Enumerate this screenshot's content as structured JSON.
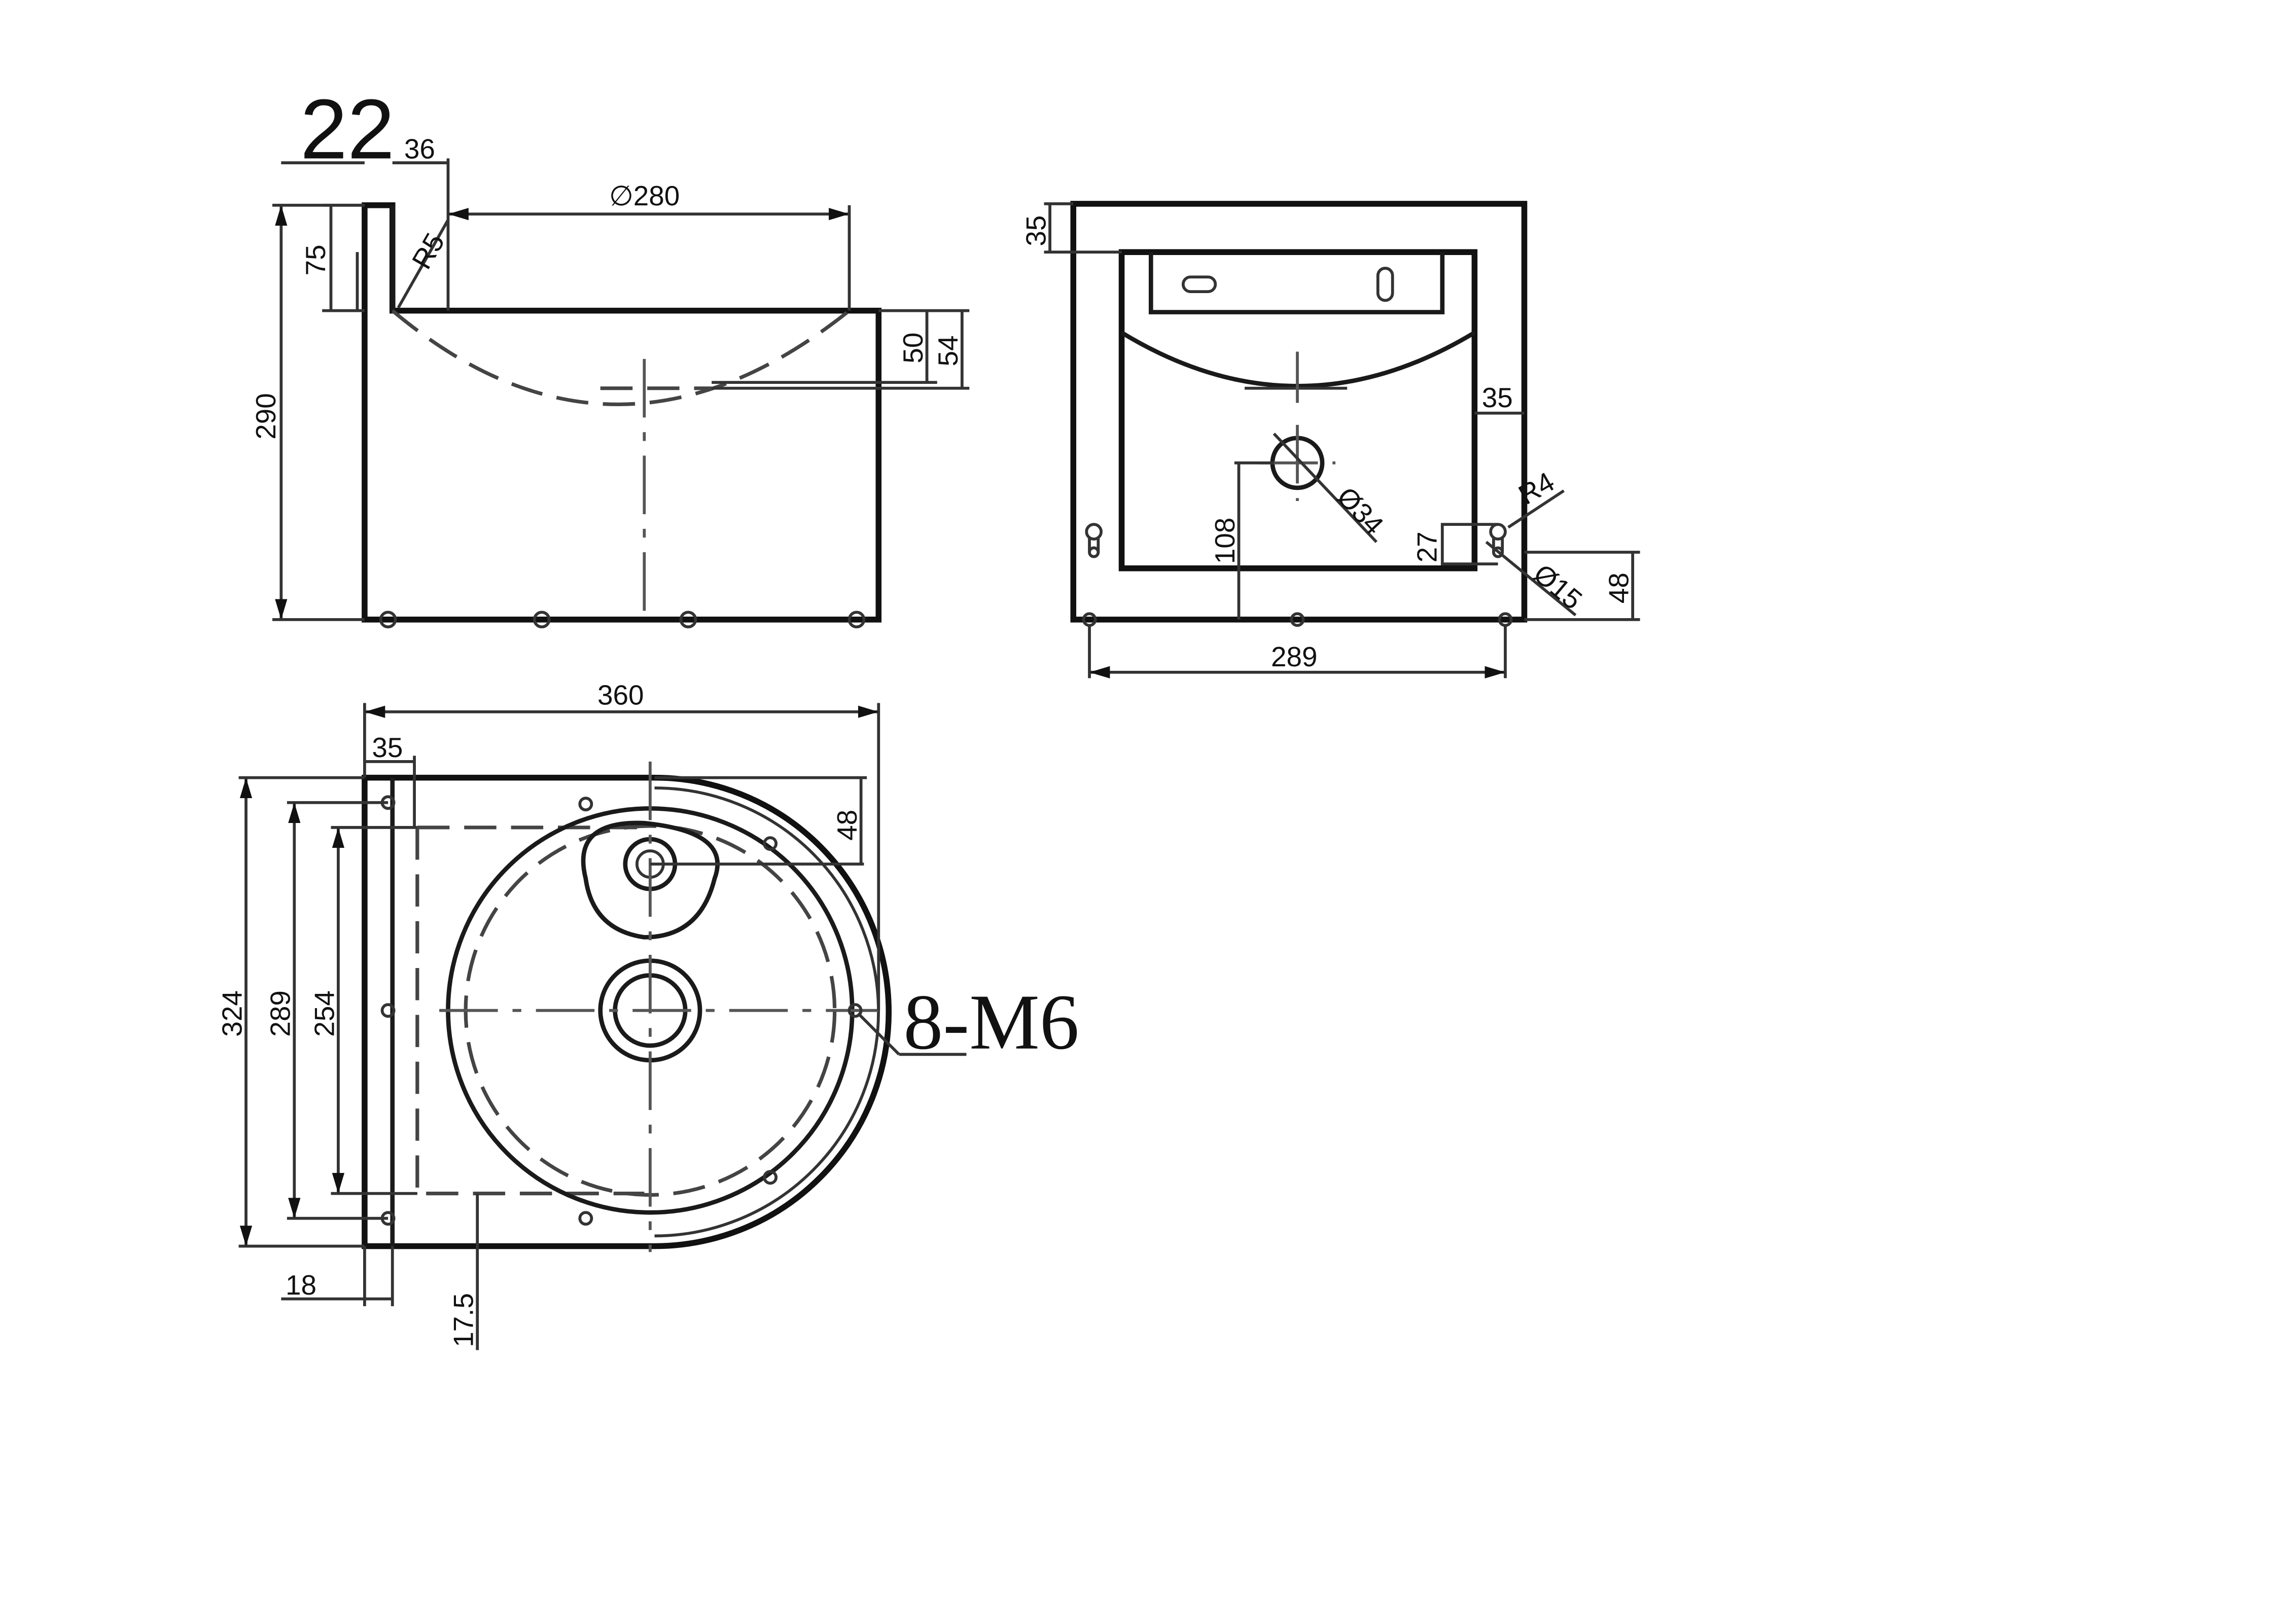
{
  "drawing": {
    "side_view": {
      "dims": {
        "d22": "22",
        "d36": "36",
        "d280": "∅280",
        "d75": "75",
        "dR5": "R5",
        "d290": "290",
        "d50": "50",
        "d54": "54"
      }
    },
    "front_view": {
      "dims": {
        "d35_top": "35",
        "d35_right": "35",
        "dR4": "R4",
        "d34": "Ø34",
        "d108": "108",
        "d27": "27",
        "d15": "Ø15",
        "d48": "48",
        "d289": "289"
      }
    },
    "top_view": {
      "dims": {
        "d360": "360",
        "d35": "35",
        "d48": "48",
        "d324": "324",
        "d289": "289",
        "d254": "254",
        "d18": "18",
        "d17_5": "17.5"
      },
      "note": "8-M6"
    }
  }
}
